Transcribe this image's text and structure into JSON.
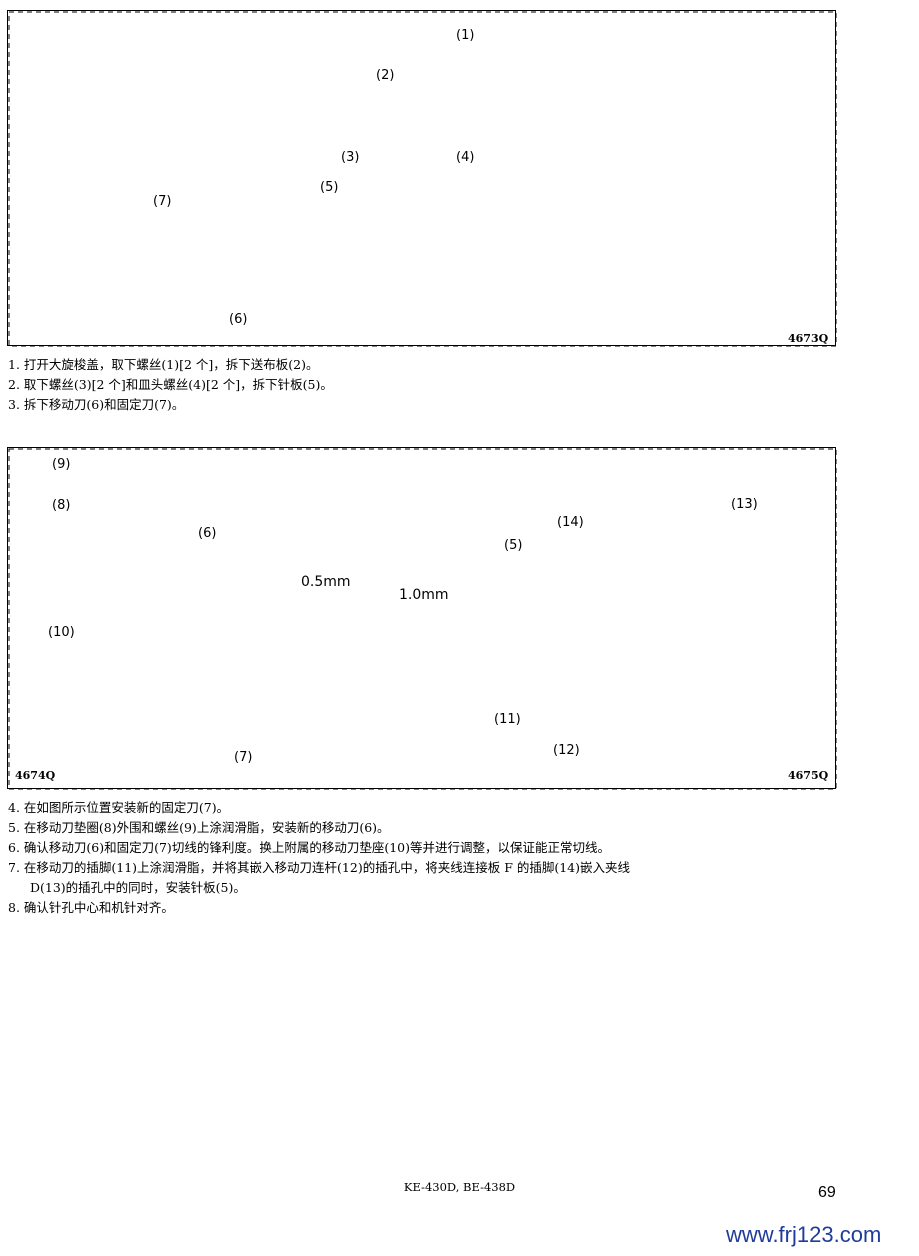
{
  "figure1": {
    "code": "4673Q",
    "labels": [
      "(1)",
      "(2)",
      "(3)",
      "(4)",
      "(5)",
      "(6)",
      "(7)"
    ]
  },
  "steps1": [
    "1. 打开大旋梭盖，取下螺丝(1)[2 个]，拆下送布板(2)。",
    "2. 取下螺丝(3)[2 个]和皿头螺丝(4)[2 个]，拆下针板(5)。",
    "3. 拆下移动刀(6)和固定刀(7)。"
  ],
  "figure2": {
    "left_code": "4674Q",
    "right_code": "4675Q",
    "left_labels": [
      "(9)",
      "(8)",
      "(6)",
      "(10)",
      "(7)"
    ],
    "right_labels": [
      "(14)",
      "(13)",
      "(5)",
      "(11)",
      "(12)"
    ],
    "dim_left": "0.5mm",
    "dim_right": "1.0mm"
  },
  "steps2": [
    "4. 在如图所示位置安装新的固定刀(7)。",
    "5. 在移动刀垫圈(8)外围和螺丝(9)上涂润滑脂，安装新的移动刀(6)。",
    "6. 确认移动刀(6)和固定刀(7)切线的锋利度。换上附属的移动刀垫座(10)等并进行调整，以保证能正常切线。",
    "7. 在移动刀的插脚(11)上涂润滑脂，并将其嵌入移动刀连杆(12)的插孔中，将夹线连接板 F 的插脚(14)嵌入夹线",
    "D(13)的插孔中的同时，安装针板(5)。",
    "8. 确认针孔中心和机针对齐。"
  ],
  "footer": {
    "model": "KE-430D, BE-438D",
    "page_number": "69",
    "watermark": "www.frj123.com"
  },
  "colors": {
    "watermark": "#1f3c9a",
    "line": "#000000"
  }
}
